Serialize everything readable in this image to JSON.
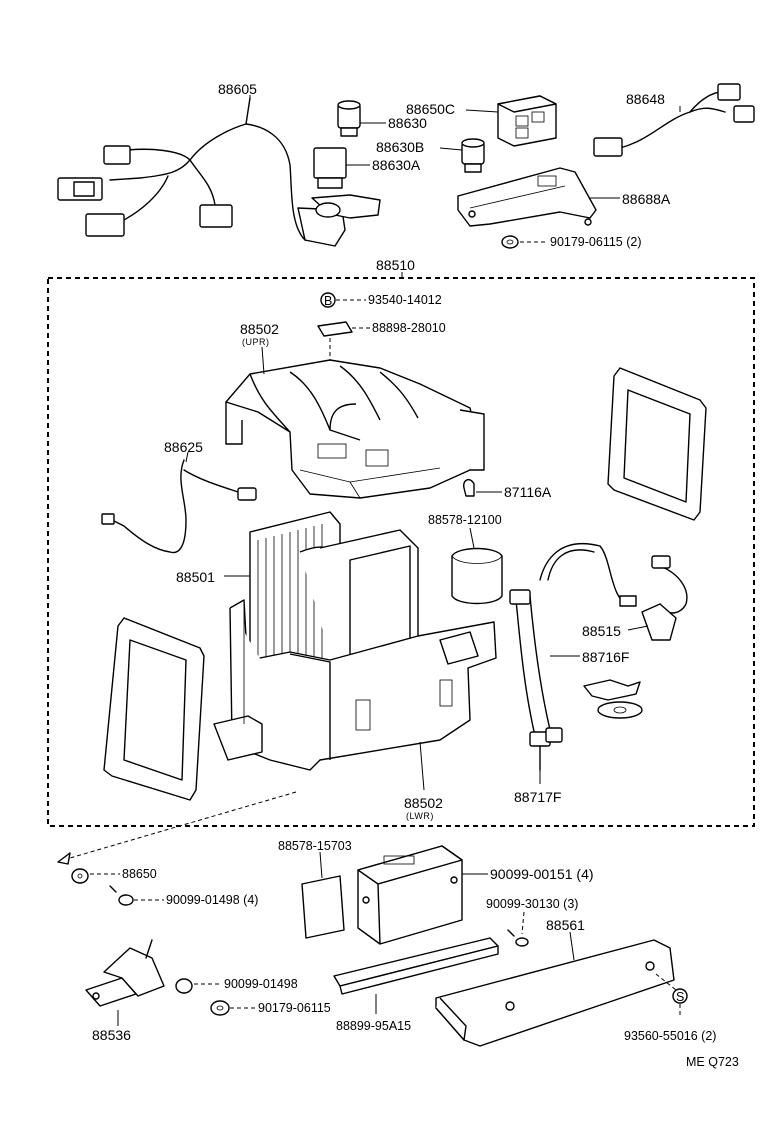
{
  "diagram": {
    "footer_code": "ME  Q723",
    "assembly_label": "88510",
    "callouts": [
      {
        "key": "p88605",
        "text": "88605"
      },
      {
        "key": "p88650C",
        "text": "88650C"
      },
      {
        "key": "p88630",
        "text": "88630"
      },
      {
        "key": "p88630B",
        "text": "88630B"
      },
      {
        "key": "p88630A",
        "text": "88630A"
      },
      {
        "key": "p88648",
        "text": "88648"
      },
      {
        "key": "p88688A",
        "text": "88688A"
      },
      {
        "key": "p90179a",
        "text": "90179-06115 (2)"
      },
      {
        "key": "p93540",
        "text": "93540-14012"
      },
      {
        "key": "p88898",
        "text": "88898-28010"
      },
      {
        "key": "p88502u",
        "text": "88502"
      },
      {
        "key": "p88625",
        "text": "88625"
      },
      {
        "key": "p87116A",
        "text": "87116A"
      },
      {
        "key": "p88578a",
        "text": "88578-12100"
      },
      {
        "key": "p88501",
        "text": "88501"
      },
      {
        "key": "p88515",
        "text": "88515"
      },
      {
        "key": "p88716F",
        "text": "88716F"
      },
      {
        "key": "p88502l",
        "text": "88502"
      },
      {
        "key": "p88717F",
        "text": "88717F"
      },
      {
        "key": "p88578b",
        "text": "88578-15703"
      },
      {
        "key": "p88650",
        "text": "88650"
      },
      {
        "key": "p90099a",
        "text": "90099-01498 (4)"
      },
      {
        "key": "p90099b",
        "text": "90099-00151 (4)"
      },
      {
        "key": "p90099c",
        "text": "90099-30130 (3)"
      },
      {
        "key": "p88561",
        "text": "88561"
      },
      {
        "key": "p90099d",
        "text": "90099-01498"
      },
      {
        "key": "p90179b",
        "text": "90179-06115"
      },
      {
        "key": "p88536",
        "text": "88536"
      },
      {
        "key": "p88899",
        "text": "88899-95A15"
      },
      {
        "key": "p93560",
        "text": "93560-55016 (2)"
      }
    ],
    "sublabels": {
      "upper": "(UPR)",
      "lower": "(LWR)"
    },
    "markers": {
      "b": "B",
      "s": "S"
    }
  }
}
